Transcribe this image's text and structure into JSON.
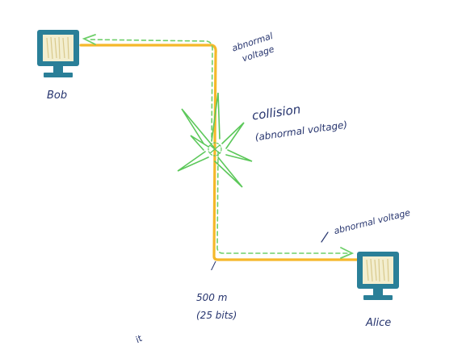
{
  "labels": {
    "bob": "Bob",
    "alice": "Alice",
    "abnormal_top_line1": "abnormal",
    "abnormal_top_line2": "voltage",
    "collision_line1": "collision",
    "collision_line2": "(abnormal voltage)",
    "abnormal_bottom": "abnormal voltage",
    "distance_line1": "500 m",
    "distance_line2": "(25 bits)",
    "tick_mark": "/",
    "cutoff_text": "it"
  },
  "colors": {
    "wire": "#f5b82a",
    "signal": "#6fcf6a",
    "collision": "#5cc85a",
    "ink": "#26346e",
    "computer": "#2a7f98",
    "screen": "#f3eecf"
  },
  "icons": {
    "bob": "computer-icon",
    "alice": "computer-icon",
    "collision": "collision-star-icon"
  }
}
